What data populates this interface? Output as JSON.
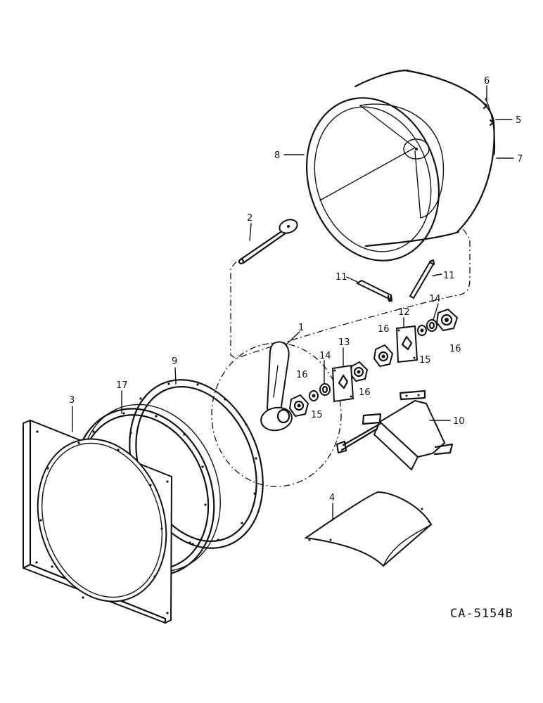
{
  "diagram": {
    "reference_code": "CA-5154B",
    "callouts": {
      "c1": "1",
      "c2": "2",
      "c3": "3",
      "c4": "4",
      "c5": "5",
      "c6": "6",
      "c7": "7",
      "c8": "8",
      "c9": "9",
      "c10": "10",
      "c11a": "11",
      "c11b": "11",
      "c12": "12",
      "c13": "13",
      "c14a": "14",
      "c14b": "14",
      "c15a": "15",
      "c15b": "15",
      "c16a": "16",
      "c16b": "16",
      "c16c": "16",
      "c16d": "16",
      "c17": "17"
    }
  }
}
